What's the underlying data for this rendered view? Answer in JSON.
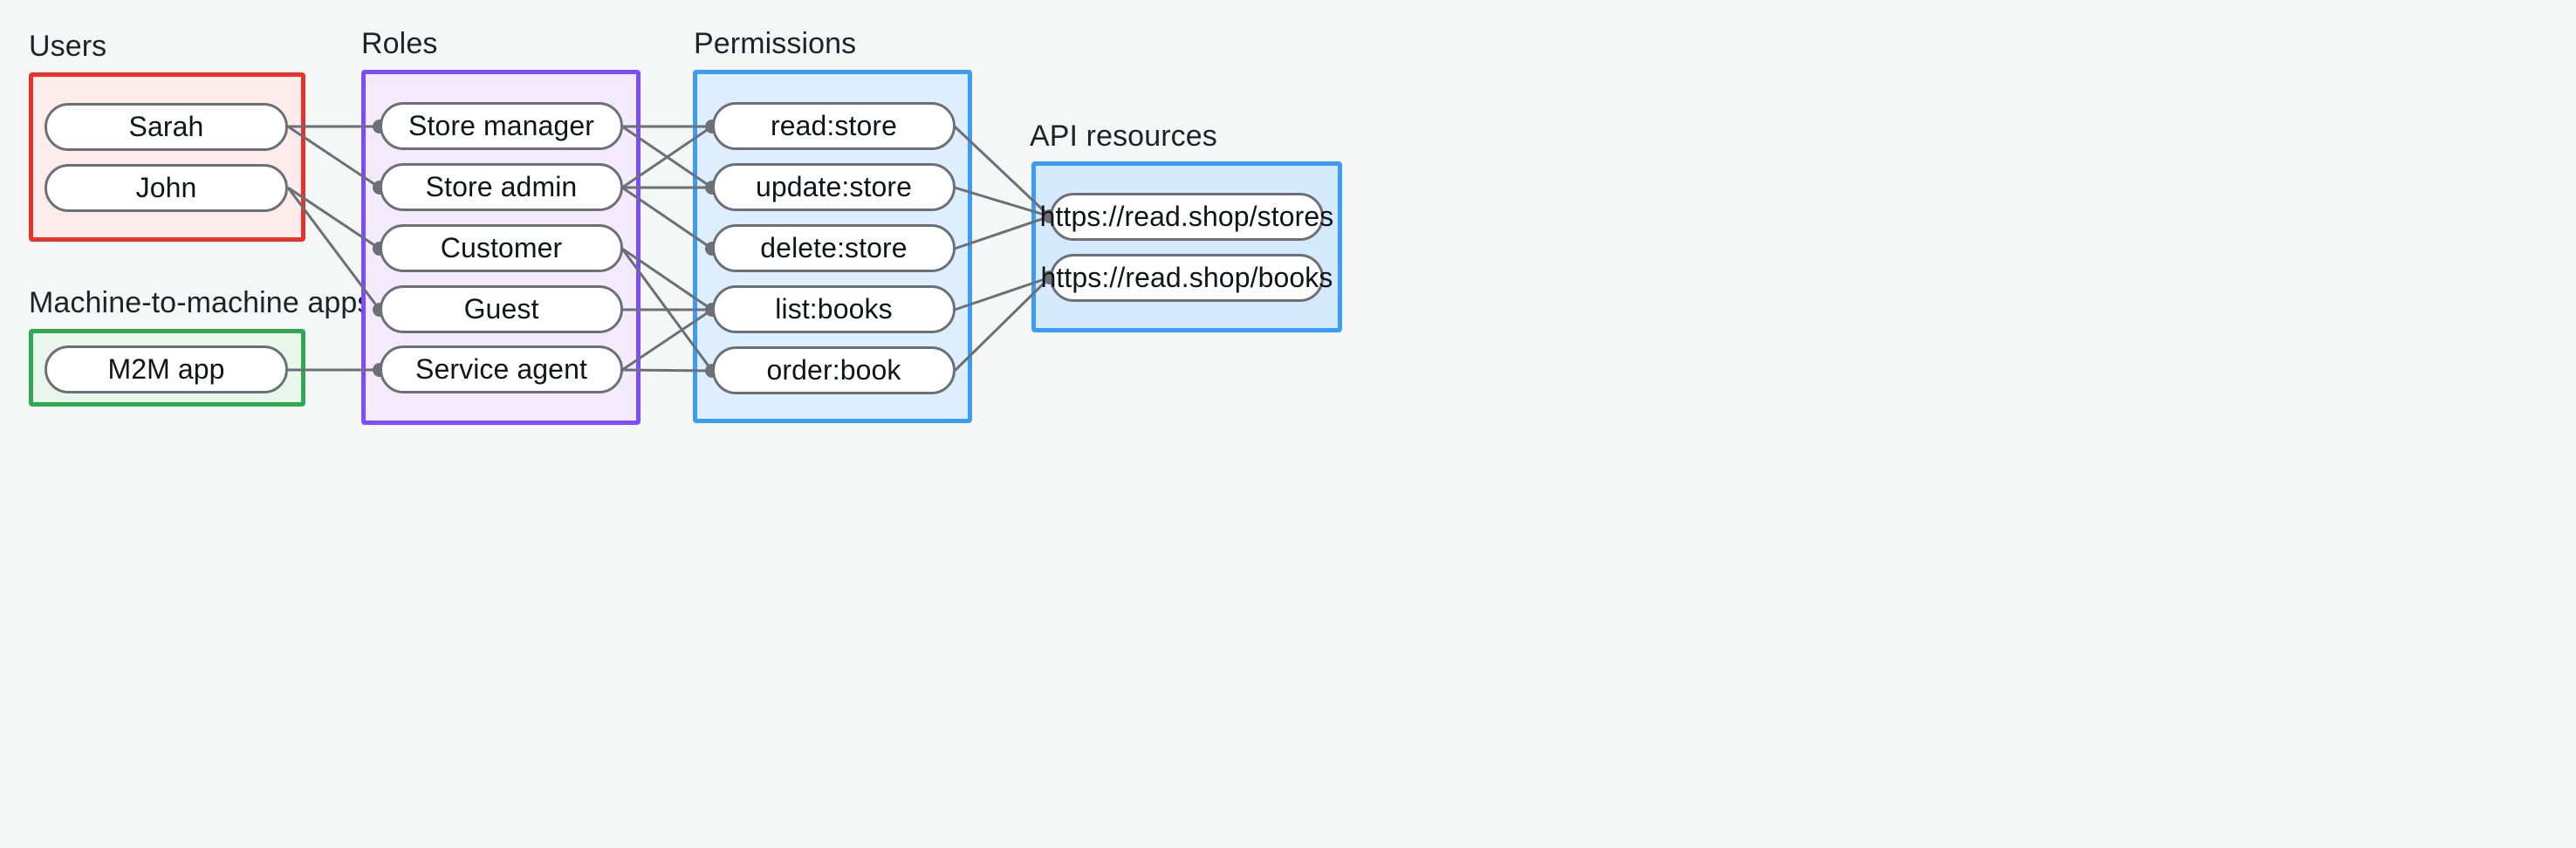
{
  "diagram": {
    "title_groups": {
      "users": "Users",
      "m2m": "Machine-to-machine apps",
      "roles": "Roles",
      "permissions": "Permissions",
      "api_resources": "API resources"
    },
    "colors": {
      "background": "#f5f7f7",
      "users_border": "#e8332a",
      "users_fill": "#fdeceb",
      "m2m_border": "#32a852",
      "m2m_fill": "#e8f6ec",
      "roles_border": "#7c4dff",
      "roles_fill": "#f3eafd",
      "permissions_border": "#3b9bf5",
      "permissions_fill": "#ddeeff",
      "api_border": "#3b9bf5",
      "api_fill": "#d6eaff",
      "node_border": "#6b6f76",
      "node_fill": "#ffffff",
      "edge": "#6b6f76"
    },
    "columns": {
      "users": {
        "label": "Users",
        "nodes": [
          {
            "id": "sarah",
            "label": "Sarah"
          },
          {
            "id": "john",
            "label": "John"
          }
        ]
      },
      "m2m": {
        "label": "Machine-to-machine apps",
        "nodes": [
          {
            "id": "m2m-app",
            "label": "M2M app"
          }
        ]
      },
      "roles": {
        "label": "Roles",
        "nodes": [
          {
            "id": "store-manager",
            "label": "Store manager"
          },
          {
            "id": "store-admin",
            "label": "Store admin"
          },
          {
            "id": "customer",
            "label": "Customer"
          },
          {
            "id": "guest",
            "label": "Guest"
          },
          {
            "id": "service-agent",
            "label": "Service agent"
          }
        ]
      },
      "permissions": {
        "label": "Permissions",
        "nodes": [
          {
            "id": "read-store",
            "label": "read:store"
          },
          {
            "id": "update-store",
            "label": "update:store"
          },
          {
            "id": "delete-store",
            "label": "delete:store"
          },
          {
            "id": "list-books",
            "label": "list:books"
          },
          {
            "id": "order-book",
            "label": "order:book"
          }
        ]
      },
      "api_resources": {
        "label": "API resources",
        "nodes": [
          {
            "id": "stores-url",
            "label": "https://read.shop/stores"
          },
          {
            "id": "books-url",
            "label": "https://read.shop/books"
          }
        ]
      }
    },
    "edges": [
      {
        "from": "sarah",
        "to": "store-manager"
      },
      {
        "from": "sarah",
        "to": "store-admin"
      },
      {
        "from": "john",
        "to": "customer"
      },
      {
        "from": "john",
        "to": "guest"
      },
      {
        "from": "m2m-app",
        "to": "service-agent"
      },
      {
        "from": "store-manager",
        "to": "read-store"
      },
      {
        "from": "store-manager",
        "to": "update-store"
      },
      {
        "from": "store-admin",
        "to": "read-store"
      },
      {
        "from": "store-admin",
        "to": "update-store"
      },
      {
        "from": "store-admin",
        "to": "delete-store"
      },
      {
        "from": "customer",
        "to": "list-books"
      },
      {
        "from": "customer",
        "to": "order-book"
      },
      {
        "from": "guest",
        "to": "list-books"
      },
      {
        "from": "service-agent",
        "to": "list-books"
      },
      {
        "from": "service-agent",
        "to": "order-book"
      },
      {
        "from": "read-store",
        "to": "stores-url"
      },
      {
        "from": "update-store",
        "to": "stores-url"
      },
      {
        "from": "delete-store",
        "to": "stores-url"
      },
      {
        "from": "list-books",
        "to": "books-url"
      },
      {
        "from": "order-book",
        "to": "books-url"
      }
    ]
  }
}
